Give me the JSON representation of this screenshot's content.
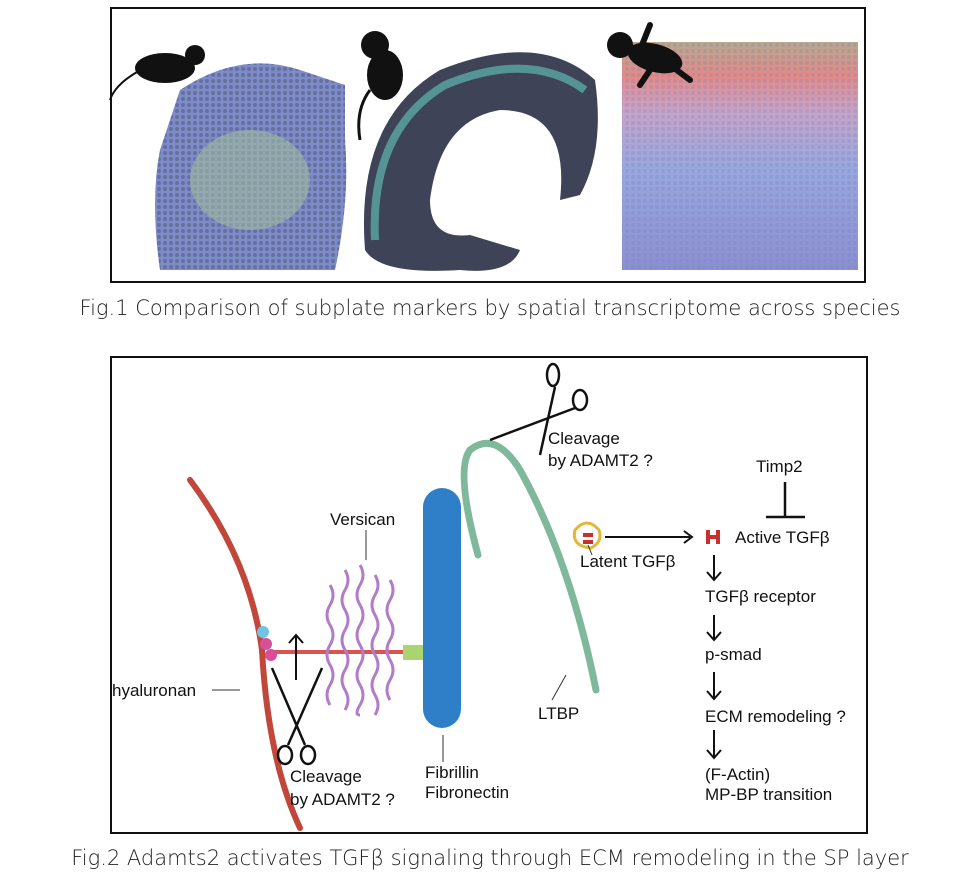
{
  "fig1": {
    "caption": "Fig.1 Comparison of subplate markers by spatial transcriptome across species",
    "panels": [
      "mouse",
      "monkey",
      "human"
    ]
  },
  "fig2": {
    "caption": "Fig.2 Adamts2 activates TGFβ signaling through ECM remodeling in the SP layer",
    "labels": {
      "hyaluronan": "hyaluronan",
      "versican": "Versican",
      "fibrillin": "Fibrillin",
      "fibronectin": "Fibronectin",
      "ltbp": "LTBP",
      "latent_tgfb": "Latent TGFβ",
      "cleavage_top_1": "Cleavage",
      "cleavage_top_2": "by ADAMT2 ?",
      "cleavage_bottom_1": "Cleavage",
      "cleavage_bottom_2": "by ADAMT2 ?",
      "timp2": "Timp2"
    },
    "pathway": [
      "Active TGFβ",
      "TGFβ receptor",
      "p-smad",
      "ECM remodeling ?",
      "(F-Actin)",
      "MP-BP transition"
    ]
  },
  "colors": {
    "hyaluronan": "#c0473a",
    "ltbp": "#7fb89a",
    "fibrillin": "#2f7fc8",
    "versican": "#b27cc9"
  }
}
